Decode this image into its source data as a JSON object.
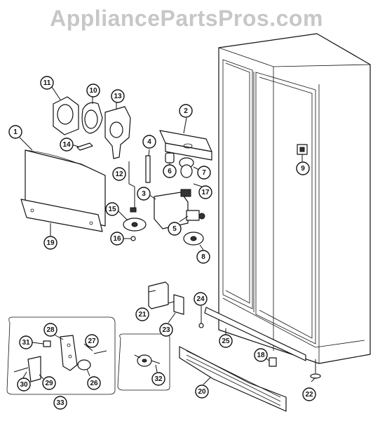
{
  "watermark": "AppliancePartsPros.com",
  "callouts": [
    "1",
    "2",
    "3",
    "4",
    "5",
    "6",
    "7",
    "8",
    "9",
    "10",
    "11",
    "12",
    "13",
    "14",
    "15",
    "16",
    "17",
    "19",
    "20",
    "21",
    "22",
    "23",
    "24",
    "25",
    "26",
    "27",
    "28",
    "29",
    "30",
    "31",
    "32",
    "33",
    "18"
  ]
}
